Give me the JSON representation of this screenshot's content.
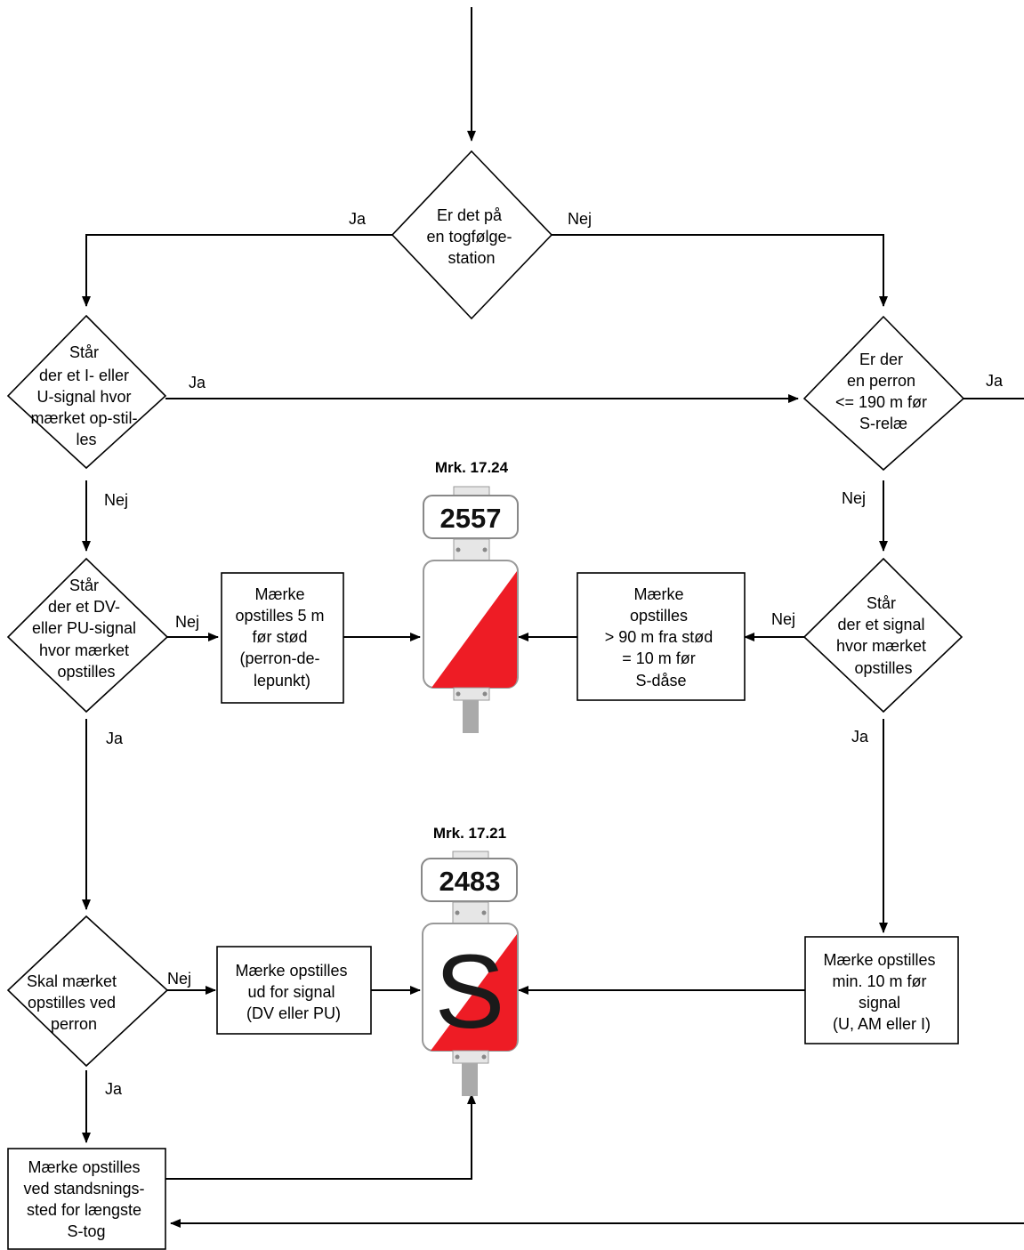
{
  "nodes": {
    "d_station": [
      "Er det på",
      "en togfølge-",
      "station"
    ],
    "d_isignal": [
      "Står",
      "der et I- eller",
      "U-signal hvor",
      "mærket op-stil-",
      "les"
    ],
    "d_perron": [
      "Er der",
      "en perron",
      "<= 190 m før",
      "S-relæ"
    ],
    "d_dvpu": [
      "Står",
      "der et DV-",
      "eller PU-signal",
      "hvor mærket",
      "opstilles"
    ],
    "b_5m": [
      "Mærke",
      "opstilles 5 m",
      "før stød",
      "(perron-de-",
      "lepunkt)"
    ],
    "b_90m": [
      "Mærke",
      "opstilles",
      "> 90 m fra stød",
      "= 10 m før",
      "S-dåse"
    ],
    "d_signal": [
      "Står",
      "der et signal",
      "hvor mærket",
      "opstilles"
    ],
    "d_perron2": [
      "Skal mærket",
      "opstilles ved",
      "perron"
    ],
    "b_udfor": [
      "Mærke opstilles",
      "ud for signal",
      "(DV eller PU)"
    ],
    "b_min10": [
      "Mærke opstilles",
      "min. 10 m før",
      "signal",
      "(U, AM eller I)"
    ],
    "b_stand": [
      "Mærke opstilles",
      "ved standsnings-",
      "sted for længste",
      "S-tog"
    ]
  },
  "edge_labels": {
    "station_ja": "Ja",
    "station_nej": "Nej",
    "isignal_ja": "Ja",
    "perron_ja": "Ja",
    "isignal_nej": "Nej",
    "perron_nej": "Nej",
    "dvpu_nej": "Nej",
    "signal_nej": "Nej",
    "dvpu_ja": "Ja",
    "signal_ja": "Ja",
    "perron2_nej": "Nej",
    "perron2_ja": "Ja"
  },
  "signs": {
    "top": {
      "caption": "Mrk. 17.24",
      "number": "2557"
    },
    "bottom": {
      "caption": "Mrk. 17.21",
      "number": "2483",
      "letter": "S"
    }
  },
  "colors": {
    "sign_red": "#ee1c25",
    "sign_post": "#aaaaaa"
  }
}
